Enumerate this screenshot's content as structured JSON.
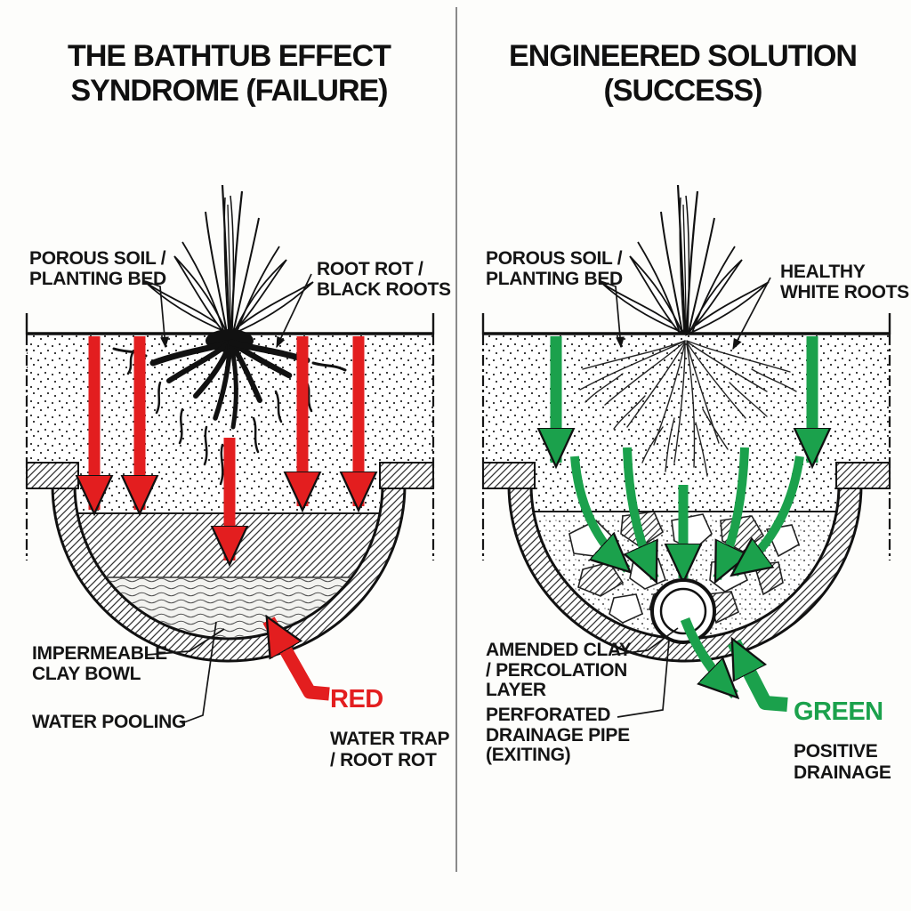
{
  "colors": {
    "red": "#e31e1f",
    "green": "#1ba14c"
  },
  "left_panel": {
    "title": "THE BATHTUB EFFECT\nSYNDROME (FAILURE)",
    "labels": {
      "porous_soil": "POROUS SOIL /\nPLANTING BED",
      "root_rot": "ROOT ROT /\nBLACK ROOTS",
      "impermeable": "IMPERMEABLE\nCLAY BOWL",
      "water_pooling": "WATER POOLING"
    },
    "legend": {
      "word": "RED",
      "desc": "WATER TRAP\n/ ROOT ROT"
    }
  },
  "right_panel": {
    "title": "ENGINEERED SOLUTION\n(SUCCESS)",
    "labels": {
      "porous_soil": "POROUS SOIL /\nPLANTING BED",
      "healthy_roots": "HEALTHY\nWHITE ROOTS",
      "amended_clay": "AMENDED CLAY\n/ PERCOLATION\nLAYER",
      "drainage_pipe": "PERFORATED\nDRAINAGE PIPE\n(EXITING)"
    },
    "legend": {
      "word": "GREEN",
      "desc": "POSITIVE\nDRAINAGE"
    }
  }
}
